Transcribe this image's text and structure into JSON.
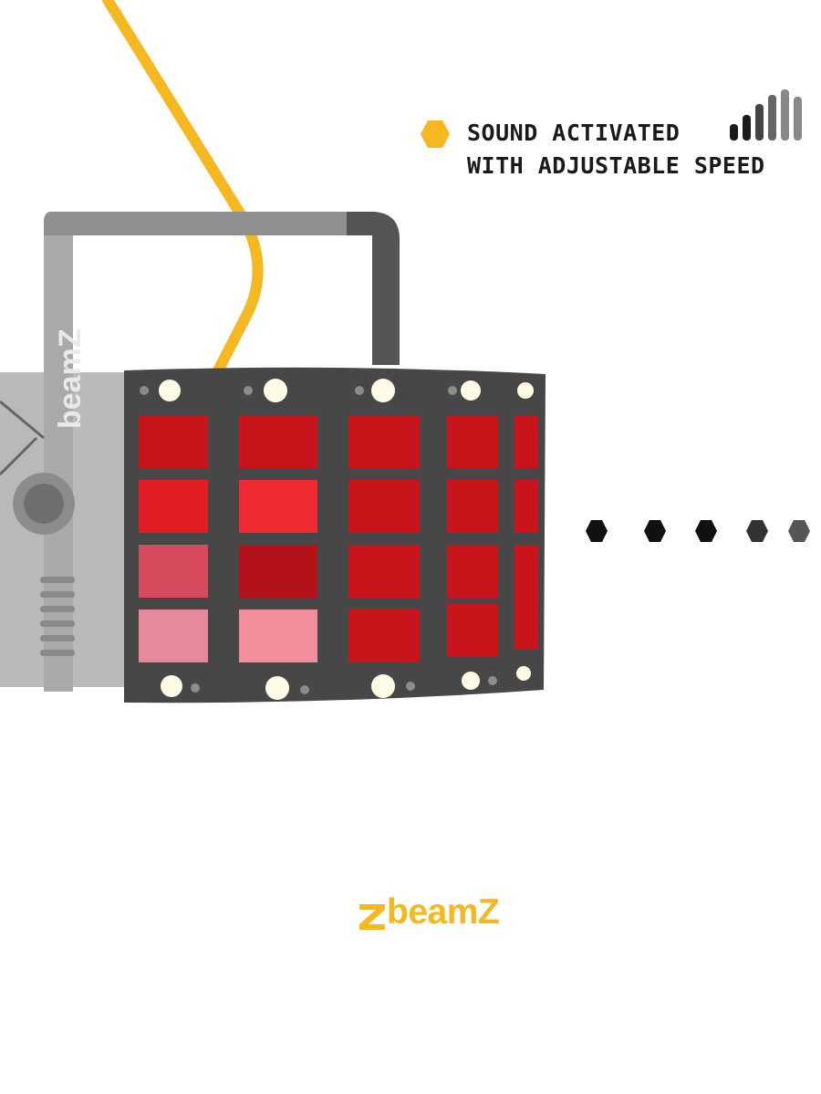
{
  "feature": {
    "line1": "SOUND ACTIVATED",
    "line2": "WITH ADJUSTABLE SPEED"
  },
  "brand": {
    "name": "beamZ",
    "color": "#f5b820"
  },
  "colors": {
    "accent": "#f5b820",
    "panel_red": "#d81c22",
    "housing": "#4a4a4a",
    "text": "#1a1a1a"
  },
  "icons": {
    "bullet": "hexagon-bullet-icon",
    "signal": "signal-bars-icon",
    "indicator": "hexagon-dots-icon"
  }
}
